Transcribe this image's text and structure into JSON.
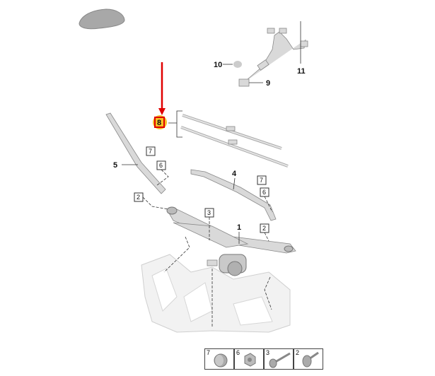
{
  "callouts": {
    "c1": "1",
    "c2": "2",
    "c3": "3",
    "c4": "4",
    "c5": "5",
    "c6": "6",
    "c7": "7",
    "c8": "8",
    "c9": "9",
    "c10": "10",
    "c11": "11"
  },
  "legend": [
    {
      "number": "7",
      "part": "cap"
    },
    {
      "number": "6",
      "part": "nut"
    },
    {
      "number": "3",
      "part": "bolt"
    },
    {
      "number": "2",
      "part": "bolt-with-washer"
    }
  ],
  "colors": {
    "highlight": "#f5b400",
    "arrow": "#e00000",
    "highlight_box": "#e00000"
  }
}
